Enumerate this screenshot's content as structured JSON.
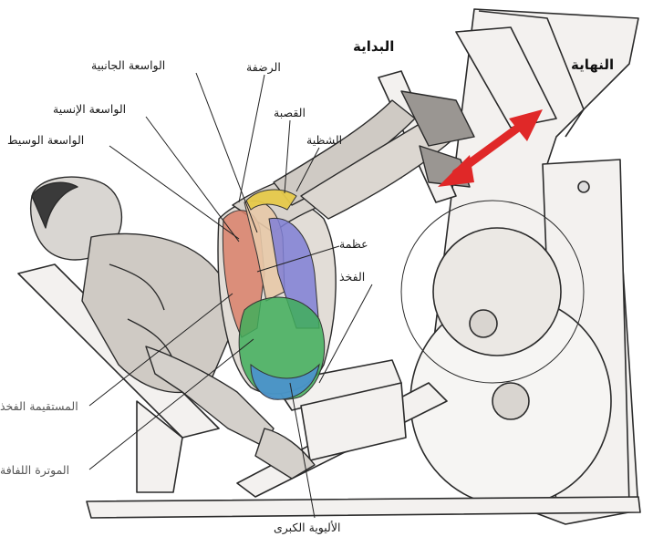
{
  "phases": {
    "start": "البداية",
    "end": "النهاية"
  },
  "labels": {
    "vastus_lateralis": "الواسعة الجانبية",
    "patella": "الرضفة",
    "vastus_medialis": "الواسعة الإنسية",
    "tibia": "القصبة",
    "vastus_intermedius": "الواسعة الوسيط",
    "fibula": "الشظية",
    "femur_line1": "عظمة",
    "femur_line2": "الفخذ",
    "rectus_femoris": "المستقيمة الفخذ",
    "tensor_fasciae_latae": "الموترة اللفافة",
    "gluteus_maximus": "الأليوية الكبرى"
  },
  "colors": {
    "arrow": "#e02828",
    "vastus_lateralis": "#d9806a",
    "rectus_femoris": "#e8c9a8",
    "vastus_medialis": "#7f7fd6",
    "gluteus": "#3fae5a",
    "gluteus_blue": "#4a8fd6",
    "tendon": "#e6c94a",
    "line": "#222222",
    "sketch": "#2b2b2b"
  }
}
